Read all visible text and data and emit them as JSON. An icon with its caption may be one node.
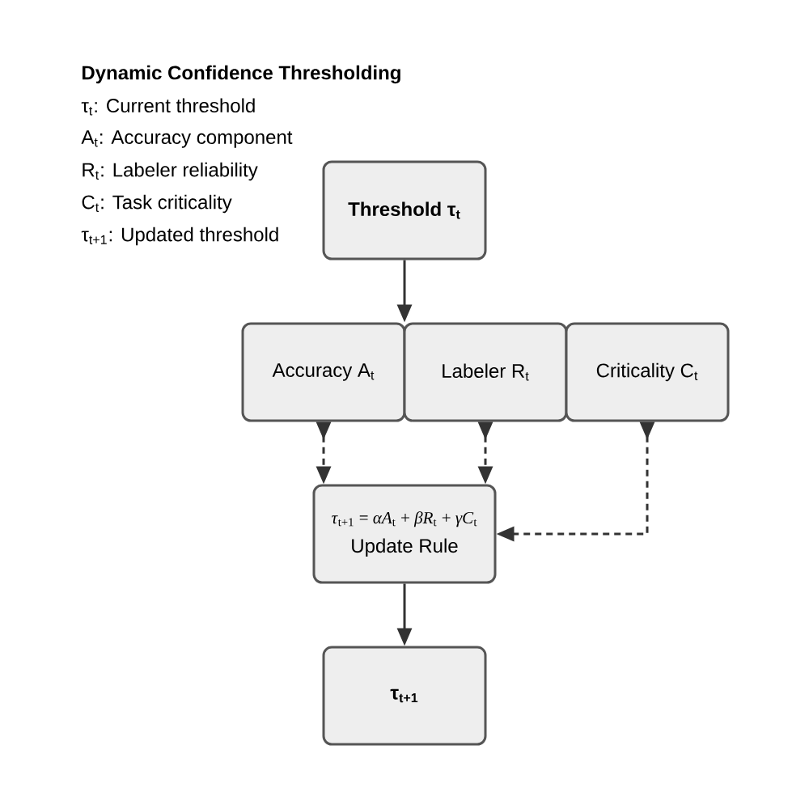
{
  "diagram": {
    "title": "Dynamic Confidence Thresholding",
    "nodes": [
      {
        "text": [
          "Threshold τ$_{t}$"
        ]
      },
      {
        "text": [
          "Accuracy A$_{t}$"
        ]
      },
      {
        "text": [
          "Labeler R$_{t}$"
        ]
      },
      {
        "text": [
          "Criticality C$_{t}$"
        ]
      },
      {
        "text": [
          "*τ*$_{t+1}$ = *αA*$_{t}$ + *βR*$_{t}$ + *γC*$_{t}$",
          "Update Rule"
        ]
      },
      {
        "text": [
          "τ$_{t+1}$"
        ]
      }
    ],
    "edges": [
      {
        "from": 0,
        "to": 1,
        "arrow": "to"
      },
      {
        "from": 1,
        "to": 4,
        "arrow": "to",
        "style": "dashed"
      },
      {
        "from": 2,
        "to": 4,
        "arrow": "to",
        "style": "dashed"
      },
      {
        "from": 3,
        "to": 4,
        "arrow": "to",
        "style": "dashed"
      },
      {
        "from": 4,
        "to": 5,
        "arrow": "to"
      }
    ],
    "labels": [
      "τ$_{t}$: Current threshold",
      "A$_{t}$: Accuracy component",
      "R$_{t}$: Labeler reliability",
      "C$_{t}$: Task criticality",
      "τ$_{t+1}$: Updated threshold"
    ]
  }
}
